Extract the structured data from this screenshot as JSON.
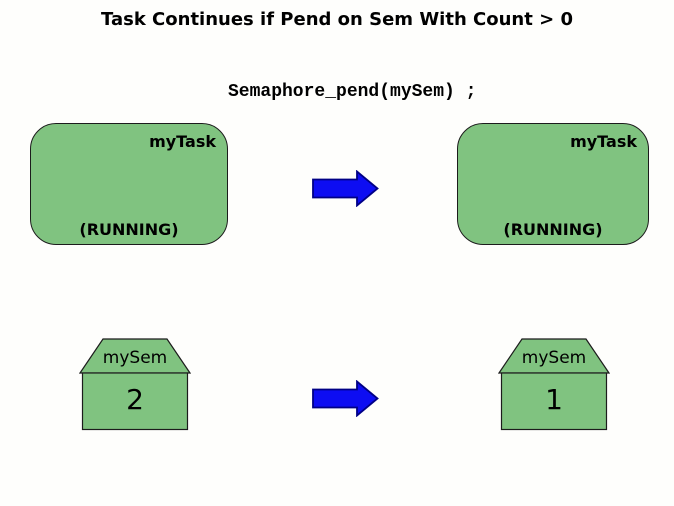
{
  "title": "Task Continues if Pend on Sem With Count > 0",
  "code_line": "Semaphore_pend(mySem) ;",
  "colors": {
    "background": "#fefefc",
    "shape_green": "#80c380",
    "outline": "#1c1c1c",
    "text_color": "#000000",
    "arrow_blue": "#0d0df2",
    "arrow_border": "#000085"
  },
  "icons": {
    "transition_arrow": "right-arrow"
  },
  "panels": {
    "before": {
      "task_name": "myTask",
      "task_state": "(RUNNING)",
      "sem_name": "mySem",
      "sem_count": "2"
    },
    "after": {
      "task_name": "myTask",
      "task_state": "(RUNNING)",
      "sem_name": "mySem",
      "sem_count": "1"
    }
  }
}
